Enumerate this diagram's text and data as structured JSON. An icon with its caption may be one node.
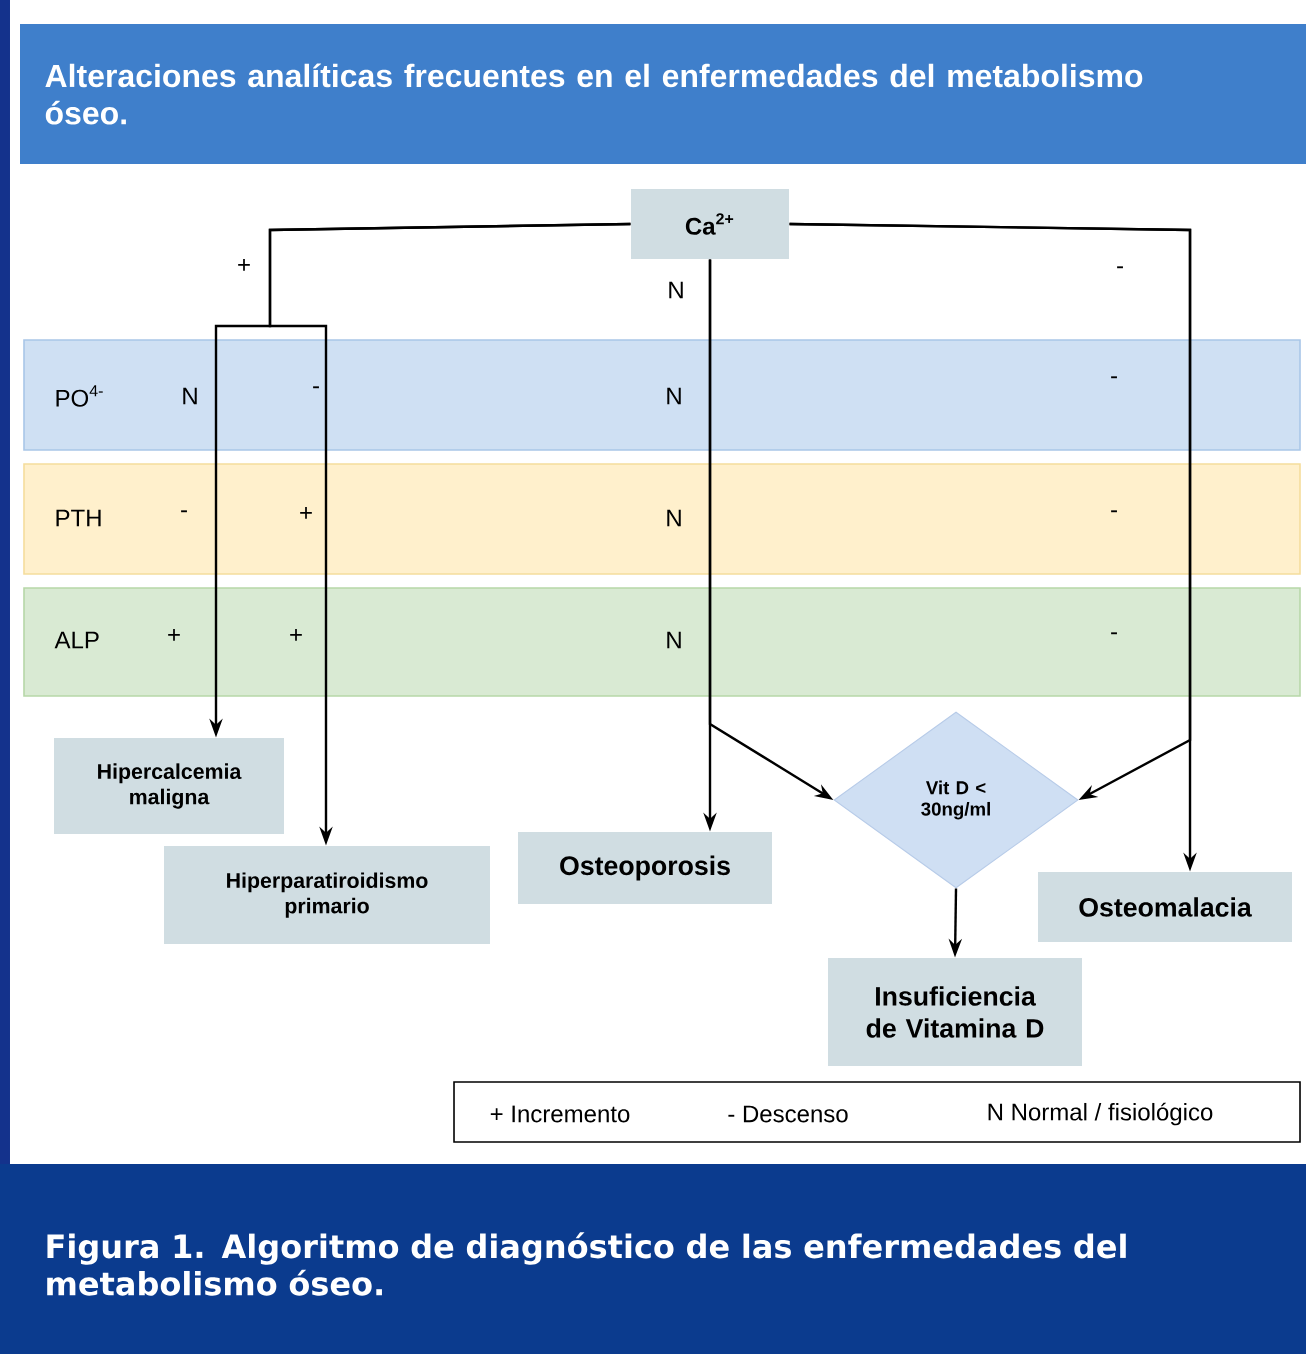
{
  "diagram": {
    "title": "Alteraciones analíticas frecuentes en el enfermedades del metabolismo óseo.",
    "caption": "Figura 1. Algoritmo de diagnóstico de las enfermedades del metabolismo óseo.",
    "nodes": [
      {
        "text": [
          "Ca$^{2+}$"
        ]
      },
      {
        "text": [
          "Hipercalcemia maligna"
        ]
      },
      {
        "text": [
          "Hiperparatiroidismo primario"
        ]
      },
      {
        "text": [
          "Osteoporosis"
        ]
      },
      {
        "text": [
          "Vit D < 30ng/ml"
        ]
      },
      {
        "text": [
          "Osteomalacia"
        ]
      },
      {
        "text": [
          "Insuficiencia de Vitamina D"
        ]
      }
    ],
    "edges": [
      {
        "from": 0,
        "to": 1,
        "arrow": "to"
      },
      {
        "from": 0,
        "to": 2,
        "arrow": "to"
      },
      {
        "from": 0,
        "to": 3,
        "arrow": "to"
      },
      {
        "from": 0,
        "to": 4,
        "arrow": "to"
      },
      {
        "from": 0,
        "to": 4,
        "arrow": "to"
      },
      {
        "from": 0,
        "to": 5,
        "arrow": "to"
      },
      {
        "from": 4,
        "to": 6,
        "arrow": "to"
      }
    ],
    "labels": [
      "+",
      "N",
      "-",
      "PO$^{4-}$",
      "N",
      "-",
      "N",
      "-",
      "PTH",
      "-",
      "+",
      "N",
      "-",
      "ALP",
      "+",
      "+",
      "N",
      "-",
      "+ Incremento",
      "- Descenso",
      "N Normal / fisiológico"
    ]
  }
}
